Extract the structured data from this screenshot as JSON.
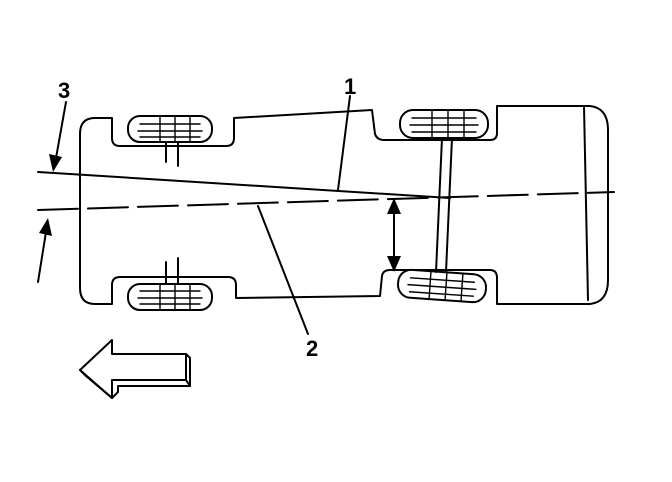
{
  "callouts": {
    "label_1": "1",
    "label_2": "2",
    "label_3": "3"
  },
  "colors": {
    "ink": "#000000",
    "background": "#ffffff"
  }
}
